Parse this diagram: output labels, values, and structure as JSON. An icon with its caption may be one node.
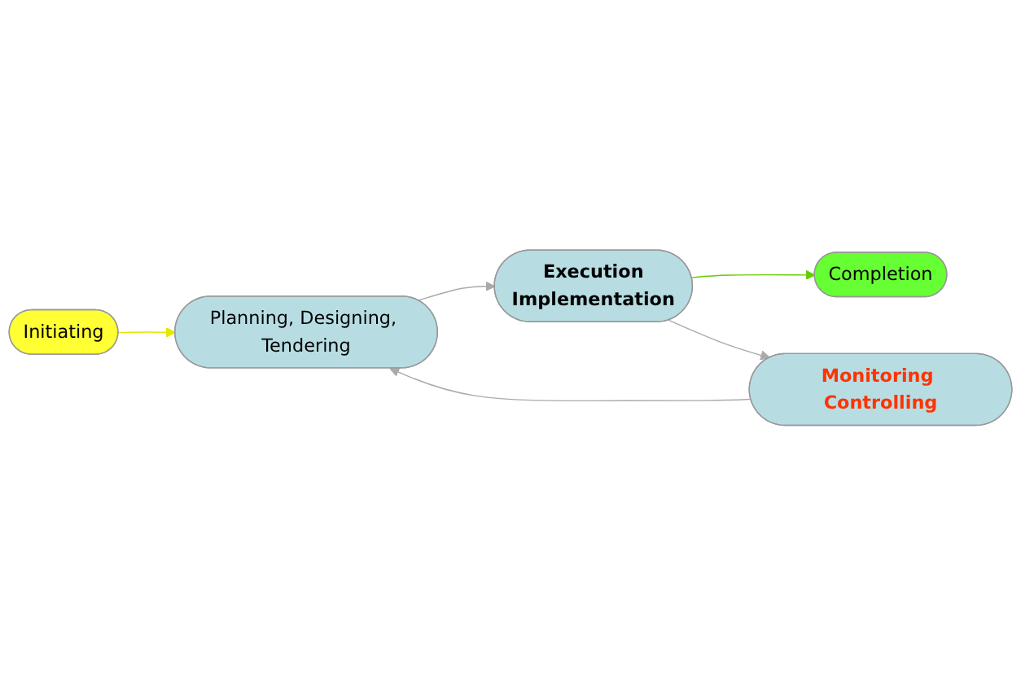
{
  "diagram": {
    "nodes": [
      {
        "text": [
          "Initiating"
        ]
      },
      {
        "text": [
          "Planning, Designing, Tendering"
        ]
      },
      {
        "text": [
          "Execution",
          "Implementation"
        ]
      },
      {
        "text": [
          "Completion"
        ]
      },
      {
        "text": [
          "Monitoring Controlling"
        ]
      }
    ],
    "edges": [
      {
        "from": 0,
        "to": 1,
        "arrow": "to",
        "color": "#e6e600"
      },
      {
        "from": 1,
        "to": 2,
        "arrow": "to"
      },
      {
        "from": 2,
        "to": 3,
        "arrow": "to",
        "color": "#66cc00"
      },
      {
        "from": 2,
        "to": 4,
        "arrow": "to"
      },
      {
        "from": 4,
        "to": 1,
        "arrow": "to"
      }
    ]
  }
}
